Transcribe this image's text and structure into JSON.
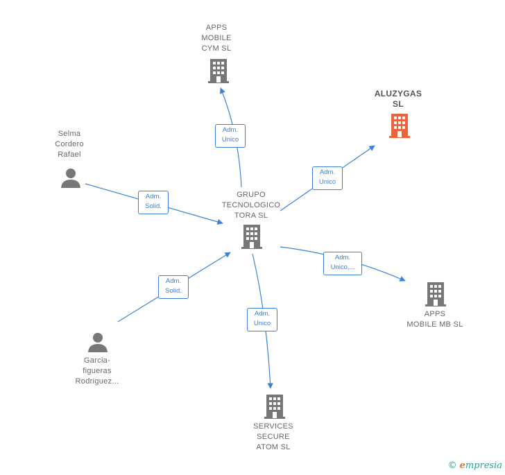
{
  "nodes": {
    "center": {
      "label": "GRUPO\nTECNOLOGICO\nTORA  SL",
      "icon": "building-icon",
      "color": "#777777"
    },
    "apps_cym": {
      "label": "APPS\nMOBILE\nCYM  SL",
      "icon": "building-icon",
      "color": "#777777"
    },
    "aluzygas": {
      "label": "ALUZYGAS\nSL",
      "icon": "building-icon",
      "color": "#f0643c"
    },
    "selma": {
      "label": "Selma\nCordero\nRafael",
      "icon": "person-icon",
      "color": "#777777"
    },
    "apps_mb": {
      "label": "APPS\nMOBILE MB  SL",
      "icon": "building-icon",
      "color": "#777777"
    },
    "garcia": {
      "label": "Garcia-\nfigueras\nRodriguez...",
      "icon": "person-icon",
      "color": "#777777"
    },
    "services": {
      "label": "SERVICES\nSECURE\nATOM  SL",
      "icon": "building-icon",
      "color": "#777777"
    }
  },
  "edges": {
    "to_apps_cym": "Adm.\nUnico",
    "to_aluzygas": "Adm.\nUnico",
    "from_selma": "Adm.\nSolid.",
    "to_apps_mb": "Adm.\nUnico,...",
    "from_garcia": "Adm.\nSolid.",
    "to_services": "Adm.\nUnico"
  },
  "footer": {
    "copyright": "©",
    "brand_initial": "e",
    "brand_rest": "mpresia"
  },
  "colors": {
    "edge": "#3b82d6",
    "icon_gray": "#777777",
    "icon_highlight": "#f0643c"
  }
}
